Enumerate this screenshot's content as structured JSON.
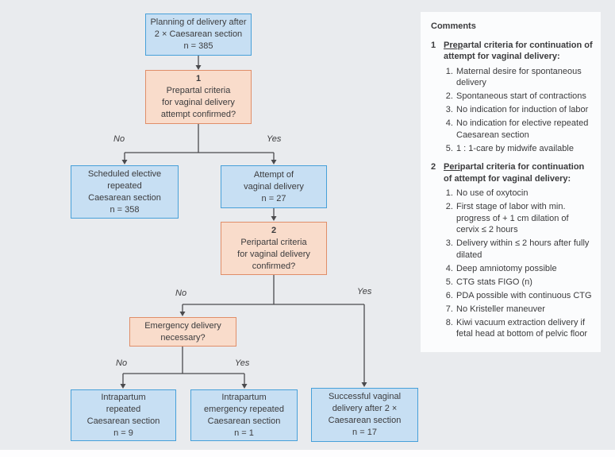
{
  "palette": {
    "page_bg": "#e9ebee",
    "panel_bg": "#fbfcfd",
    "blue_fill": "#c7dff3",
    "blue_border": "#47a0d9",
    "orange_fill": "#f9dccb",
    "orange_border": "#e08e69",
    "line_color": "#4a4a4d",
    "text_color": "#3b3b3d"
  },
  "flowchart": {
    "nodes": {
      "planning": {
        "lines": [
          "Planning of delivery after",
          "2 × Caesarean section",
          "n = 385"
        ]
      },
      "prepartal": {
        "number": "1",
        "lines": [
          "Prepartal criteria",
          "for vaginal delivery",
          "attempt confirmed?"
        ]
      },
      "scheduled": {
        "lines": [
          "Scheduled elective",
          "repeated",
          "Caesarean section",
          "n = 358"
        ]
      },
      "attempt": {
        "lines": [
          "Attempt of",
          "vaginal delivery",
          "n = 27"
        ]
      },
      "peripartal": {
        "number": "2",
        "lines": [
          "Peripartal criteria",
          "for vaginal delivery",
          "confirmed?"
        ]
      },
      "emergency": {
        "lines": [
          "Emergency delivery",
          "necessary?"
        ]
      },
      "intrapartum_repeated": {
        "lines": [
          "Intrapartum",
          "repeated",
          "Caesarean section",
          "n = 9"
        ]
      },
      "intrapartum_emergency": {
        "lines": [
          "Intrapartum",
          "emergency repeated",
          "Caesarean section",
          "n = 1"
        ]
      },
      "successful": {
        "lines": [
          "Successful vaginal",
          "delivery after 2 ×",
          "Caesarean section",
          "n = 17"
        ]
      }
    },
    "labels": {
      "no": "No",
      "yes": "Yes"
    }
  },
  "comments": {
    "title": "Comments",
    "sections": [
      {
        "number": "1",
        "heading_underlined": "Prep",
        "heading_rest": "artal criteria for continuation of attempt for vaginal delivery:",
        "items": [
          "Maternal desire for spontaneous delivery",
          "Spontaneous start of contractions",
          "No indication for induction of labor",
          "No indication for elective repeated Caesarean section",
          "1 : 1-care by midwife available"
        ]
      },
      {
        "number": "2",
        "heading_underlined": "Peri",
        "heading_rest": "partal criteria for continuation of attempt for vaginal delivery:",
        "items": [
          "No use of oxytocin",
          "First stage of labor with min. progress of + 1 cm dilation of cervix ≤ 2 hours",
          "Delivery within ≤ 2 hours after fully dilated",
          "Deep amniotomy possible",
          "CTG stats FIGO (n)",
          "PDA possible with continuous CTG",
          "No Kristeller maneuver",
          "Kiwi vacuum extraction delivery if fetal head at bottom of pelvic floor"
        ]
      }
    ]
  }
}
